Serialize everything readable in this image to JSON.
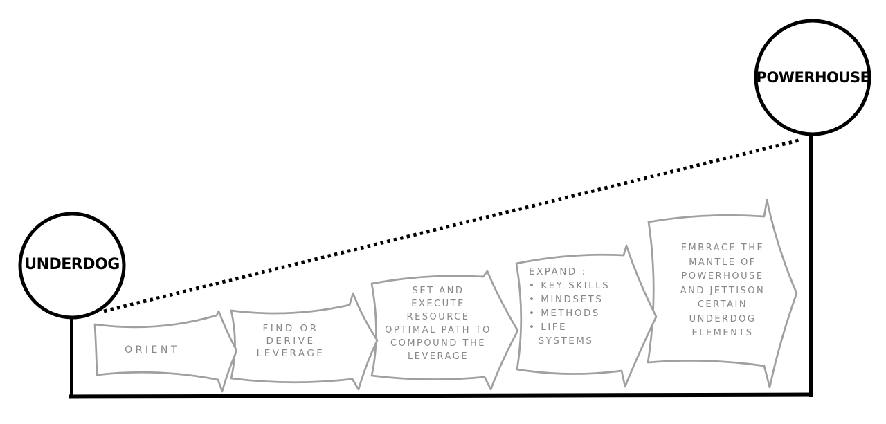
{
  "nodes": {
    "underdog": {
      "label": "UNDERDOG"
    },
    "powerhouse": {
      "label": "POWERHOUSE"
    }
  },
  "steps": [
    {
      "label": "ORIENT"
    },
    {
      "label": "FIND OR\nDERIVE\nLEVERAGE"
    },
    {
      "label": "SET AND\nEXECUTE\nRESOURCE\nOPTIMAL PATH TO\nCOMPOUND THE\nLEVERAGE"
    },
    {
      "label": "EXPAND :\n• KEY SKILLS\n• MINDSETS\n• METHODS\n• LIFE\n  SYSTEMS"
    },
    {
      "label": "EMBRACE THE\nMANTLE OF\nPOWERHOUSE\nAND JETTISON\nCERTAIN\nUNDERDOG\nELEMENTS"
    }
  ],
  "connector": {
    "style": "dotted",
    "color": "#000000"
  },
  "colors": {
    "ink": "#000000",
    "sketch_stroke": "#a0a0a0",
    "step_text": "#878787",
    "background": "#ffffff"
  }
}
